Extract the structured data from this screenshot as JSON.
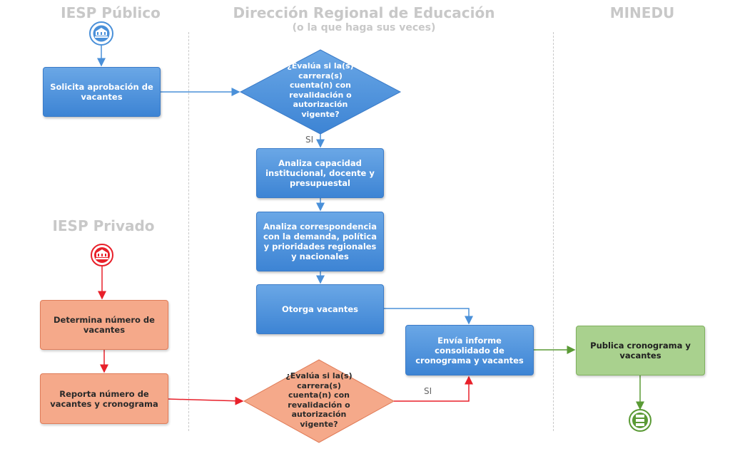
{
  "lanes": {
    "iesp_publico": "IESP Público",
    "dre": "Dirección Regional de Educación",
    "dre_sub": "(o la que haga sus veces)",
    "minedu": "MINEDU",
    "iesp_privado": "IESP Privado"
  },
  "nodes": {
    "solicita": "Solicita aprobación de vacantes",
    "evalua_publico": "¿Evalúa si la(s) carrera(s) cuenta(n) con revalidación o autorización vigente?",
    "analiza_capacidad": "Analiza capacidad institucional, docente y presupuestal",
    "analiza_correspondencia": "Analiza correspondencia con la demanda, política y prioridades regionales y nacionales",
    "otorga": "Otorga vacantes",
    "determina": "Determina número de vacantes",
    "reporta": "Reporta número de vacantes y cronograma",
    "evalua_privado": "¿Evalúa si la(s) carrera(s) cuenta(n) con revalidación o autorización vigente?",
    "envia": "Envía informe consolidado de cronograma y vacantes",
    "publica": "Publica cronograma y vacantes"
  },
  "edge_labels": {
    "si_publico": "SI",
    "si_privado": "SI"
  },
  "colors": {
    "blue": "#4a90d9",
    "red": "#e8202a",
    "green": "#5a9a35",
    "lane_title": "#c8c8c8"
  }
}
